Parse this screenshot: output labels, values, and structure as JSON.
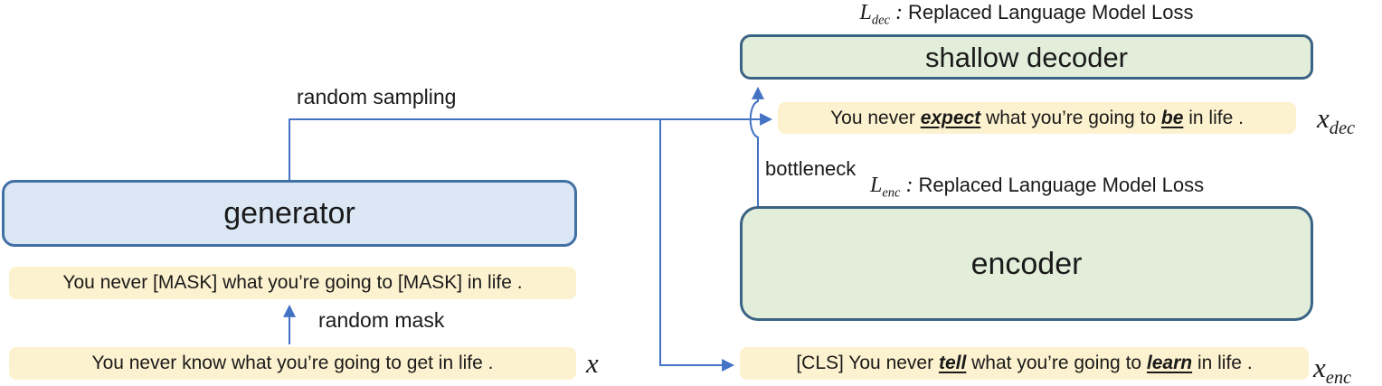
{
  "colors": {
    "arrow_blue": "#4472c4",
    "sentence_fill": "#fdf2cf",
    "model_green_fill": "#e3eeda",
    "model_green_border": "#3b6383",
    "generator_fill": "#dbe7f4",
    "generator_border": "#4170a4",
    "text": "#1a1a1a"
  },
  "generator": {
    "label": "generator"
  },
  "decoder": {
    "label": "shallow decoder",
    "loss": {
      "symbol": "L",
      "subscript": "dec",
      "separator": " : ",
      "text": "Replaced Language Model Loss"
    }
  },
  "encoder": {
    "label": "encoder",
    "loss": {
      "symbol": "L",
      "subscript": "enc",
      "separator": " : ",
      "text": "Replaced Language Model Loss"
    }
  },
  "edge_labels": {
    "random_sampling": "random sampling",
    "random_mask": "random mask",
    "bottleneck": "bottleneck"
  },
  "sentences": {
    "input": "You never know what you’re going to get in life .",
    "masked": "You never [MASK] what you’re going to [MASK] in life .",
    "decoder_output": {
      "pre": "You never ",
      "replaced_1": "expect",
      "mid": " what you’re going to ",
      "replaced_2": "be",
      "post": " in life ."
    },
    "encoder_input": {
      "pre": "[CLS] You never ",
      "replaced_1": "tell",
      "mid": " what you’re going to ",
      "replaced_2": "learn",
      "post": " in life ."
    }
  },
  "math_labels": {
    "input": {
      "base": "x",
      "subscript": ""
    },
    "decoder": {
      "base": "x",
      "subscript": "dec"
    },
    "encoder": {
      "base": "x",
      "subscript": "enc"
    }
  }
}
